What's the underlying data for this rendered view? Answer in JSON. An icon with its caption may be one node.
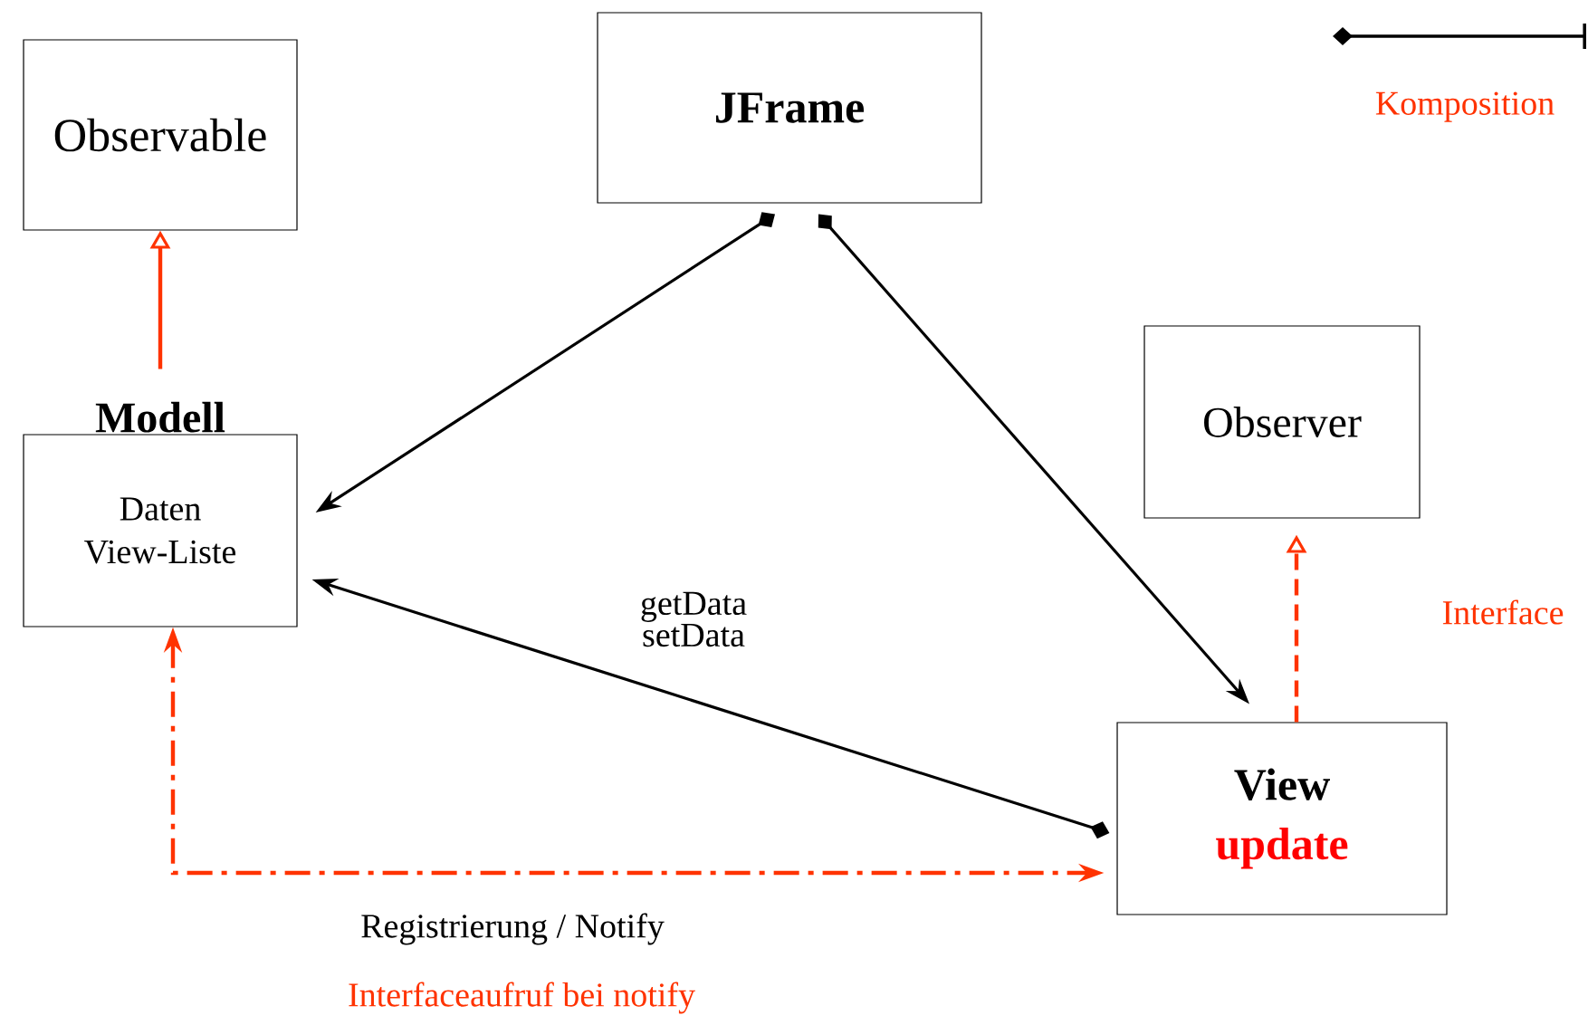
{
  "diagram": {
    "nodes": [
      {
        "text": [
          "Observable"
        ]
      },
      {
        "text": [
          "JFrame"
        ]
      },
      {
        "text": [
          "Observer"
        ]
      },
      {
        "text": [
          "Modell",
          "Daten",
          "View-Liste"
        ]
      },
      {
        "text": [
          "View",
          "update"
        ]
      }
    ],
    "edges": [
      {
        "from": 3,
        "to": 0,
        "arrow": "to",
        "color": "#ff3300"
      },
      {
        "from": 1,
        "to": 3,
        "arrow": "to",
        "color": "#000000"
      },
      {
        "from": 1,
        "to": 4,
        "arrow": "to",
        "color": "#000000"
      },
      {
        "from": 4,
        "to": 3,
        "arrow": "to",
        "color": "#000000",
        "label": "getData setData"
      },
      {
        "from": 3,
        "to": 4,
        "arrow": "both",
        "style": "dashed",
        "color": "#ff3300",
        "label": "Registrierung / Notify"
      },
      {
        "from": 4,
        "to": 2,
        "arrow": "to",
        "style": "dashed",
        "color": "#ff3300",
        "label": "Interface"
      }
    ],
    "labels": [
      "Interfaceaufruf bei notify"
    ],
    "legend": [
      {
        "text": "Komposition"
      }
    ]
  }
}
